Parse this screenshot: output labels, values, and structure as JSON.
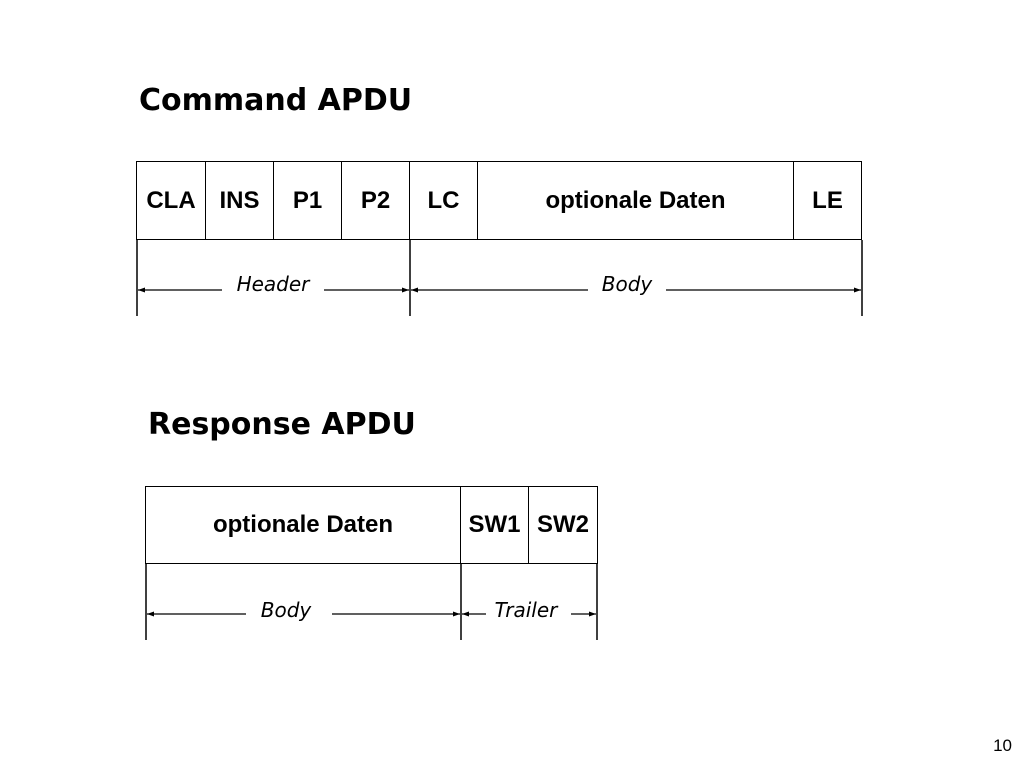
{
  "command": {
    "title": "Command APDU",
    "fields": [
      "CLA",
      "INS",
      "P1",
      "P2",
      "LC",
      "optionale Daten",
      "LE"
    ],
    "spans": [
      {
        "label": "Header"
      },
      {
        "label": "Body"
      }
    ]
  },
  "response": {
    "title": "Response APDU",
    "fields": [
      "optionale Daten",
      "SW1",
      "SW2"
    ],
    "spans": [
      {
        "label": "Body"
      },
      {
        "label": "Trailer"
      }
    ]
  },
  "page_number": "10"
}
